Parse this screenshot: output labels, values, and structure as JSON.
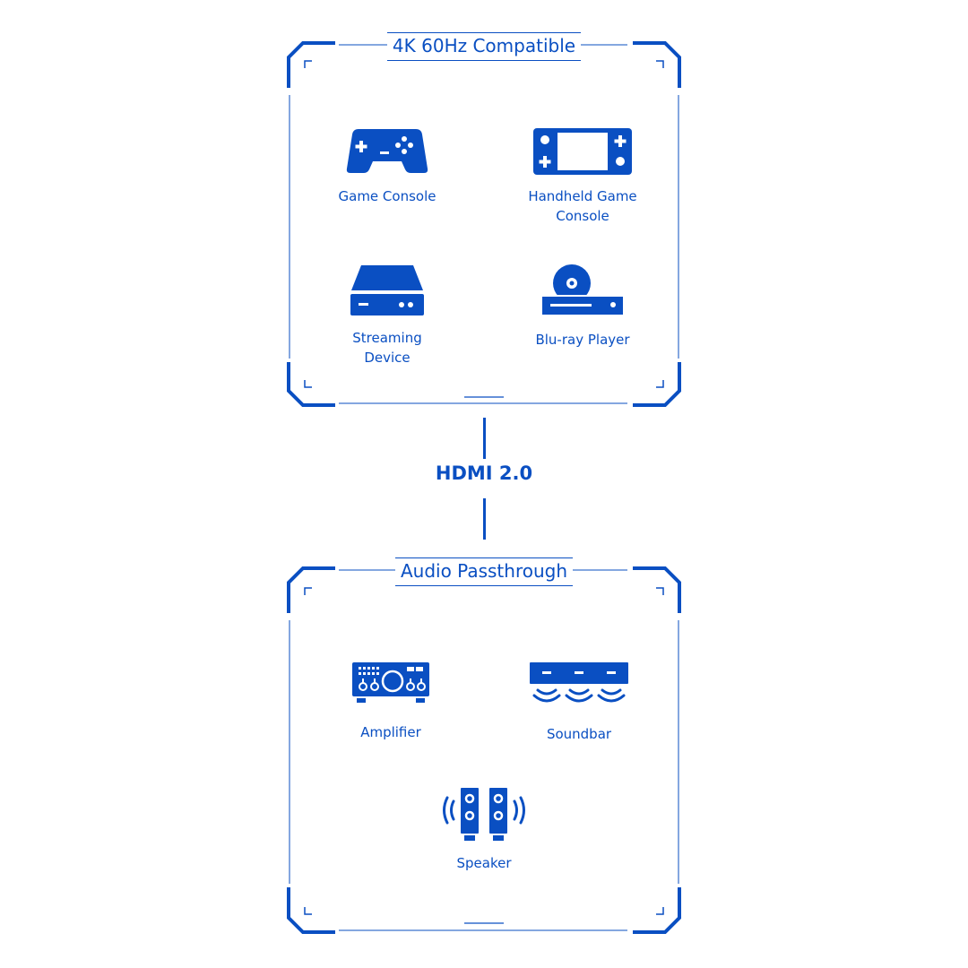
{
  "colors": {
    "accent": "#0a4fc2",
    "background": "#ffffff"
  },
  "top_panel": {
    "title": "4K 60Hz Compatible",
    "devices": [
      {
        "label": "Game Console",
        "icon": "gamepad-icon"
      },
      {
        "label": "Handheld Game Console",
        "icon": "handheld-console-icon"
      },
      {
        "label": "Streaming Device",
        "icon": "streaming-box-icon"
      },
      {
        "label": "Blu-ray Player",
        "icon": "bluray-player-icon"
      }
    ]
  },
  "connection": {
    "label": "HDMI 2.0"
  },
  "bottom_panel": {
    "title": "Audio Passthrough",
    "devices": [
      {
        "label": "Amplifier",
        "icon": "amplifier-icon"
      },
      {
        "label": "Soundbar",
        "icon": "soundbar-icon"
      },
      {
        "label": "Speaker",
        "icon": "speaker-icon"
      }
    ]
  }
}
